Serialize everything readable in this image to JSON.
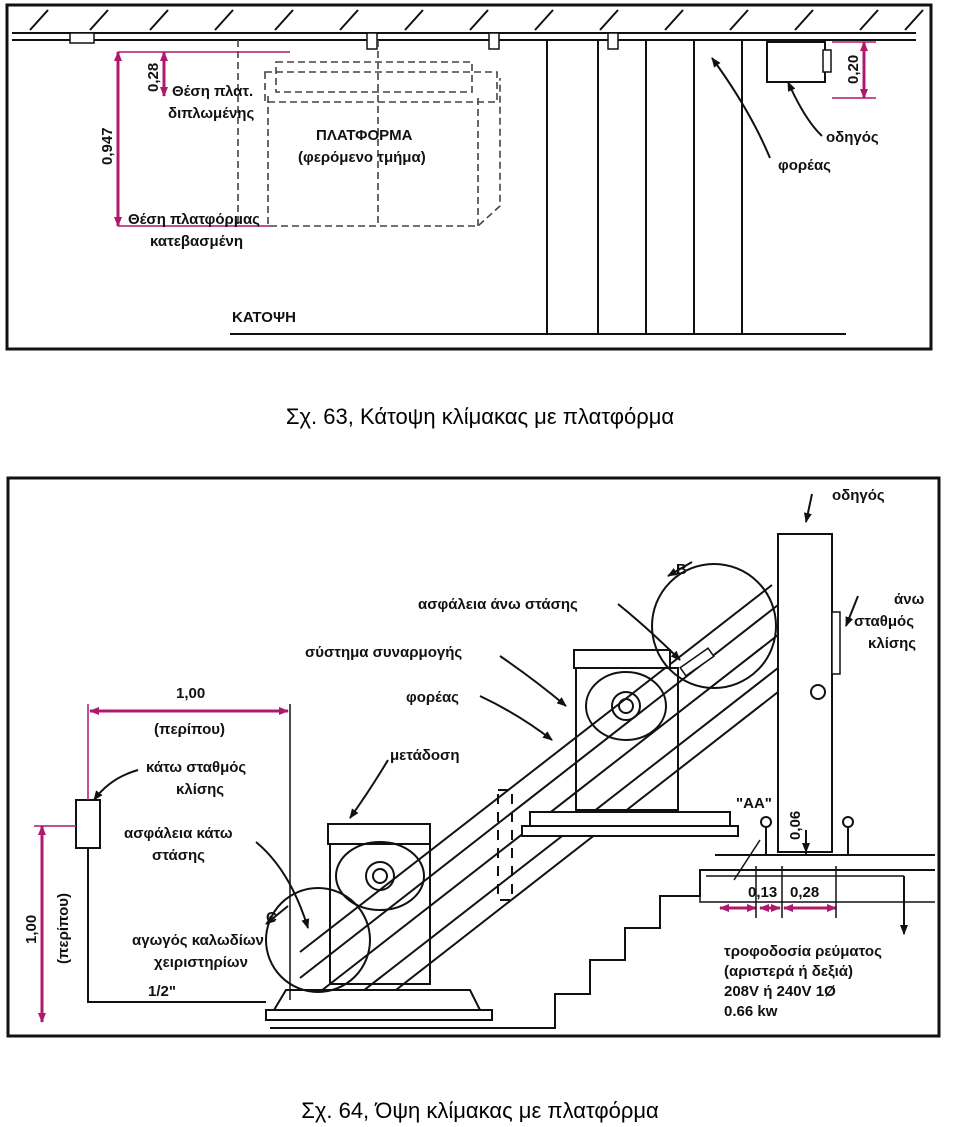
{
  "figure1": {
    "caption": "Σχ. 63, Κάτοψη κλίμακας με πλατφόρμα",
    "labels": {
      "dim_028": "0,28",
      "dim_0947": "0,947",
      "dim_020": "0,20",
      "pos_folded_1": "Θέση πλατ.",
      "pos_folded_2": "διπλωμένης",
      "platform_1": "ΠΛΑΤΦΟΡΜΑ",
      "platform_2": "(φερόμενο τμήμα)",
      "pos_lowered_1": "Θέση πλατφόρμας",
      "pos_lowered_2": "κατεβασμένη",
      "plan": "ΚΑΤΟΨΗ",
      "guide": "οδηγός",
      "carrier": "φορέας"
    }
  },
  "figure2": {
    "caption": "Σχ. 64, Όψη κλίμακας με πλατφόρμα",
    "labels": {
      "guide": "οδηγός",
      "upper_station_1": "άνω",
      "upper_station_2": "σταθμός",
      "upper_station_3": "κλίσης",
      "upper_stop_safety": "ασφάλεια άνω στάσης",
      "coupling_system": "σύστημα συναρμογής",
      "carrier": "φορέας",
      "transmission": "μετάδοση",
      "dim_100_h": "1,00",
      "approx_h": "(περίπου)",
      "lower_station_1": "κάτω σταθμός",
      "lower_station_2": "κλίσης",
      "lower_stop_safety_1": "ασφάλεια κάτω",
      "lower_stop_safety_2": "στάσης",
      "conduit_1": "αγωγός καλωδίων",
      "conduit_2": "χειριστηρίων",
      "conduit_size": "1/2\"",
      "dim_100_v": "1,00",
      "approx_v": "(περίπου)",
      "section_aa": "\"ΑΑ\"",
      "dim_006": "0,06",
      "dim_013": "0,13",
      "dim_028": "0,28",
      "power_1": "τροφοδοσία ρεύματος",
      "power_2": "(αριστερά ή δεξιά)",
      "power_3": "208V ή 240V 1Ø",
      "power_4": "0.66 kw",
      "marker_b": "B",
      "marker_c": "C"
    }
  },
  "colors": {
    "dimension": "#b0186e",
    "line": "#111111",
    "dashed": "#444444"
  }
}
